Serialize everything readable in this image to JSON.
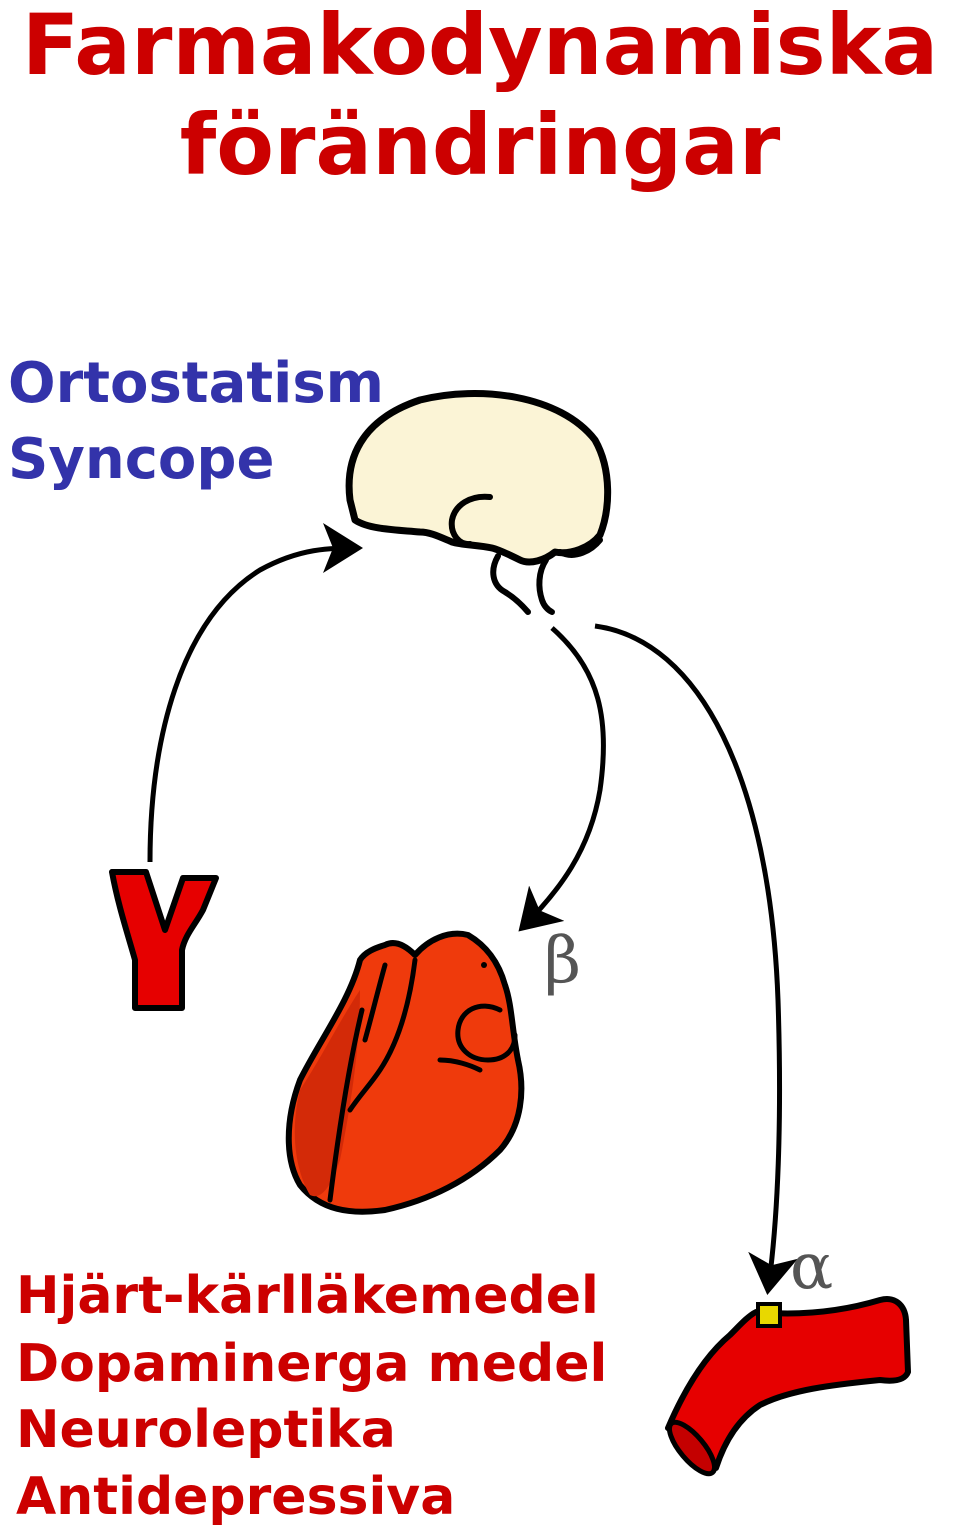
{
  "title": {
    "line1": "Farmakodynamiska",
    "line2": "förändringar"
  },
  "effects": {
    "line1": "Ortostatism",
    "line2": "Syncope"
  },
  "receptors": {
    "beta": "β",
    "alpha": "α"
  },
  "drugs": [
    "Hjärt-kärlläkemedel",
    "Dopaminerga medel",
    "Neuroleptika",
    "Antidepressiva"
  ],
  "colors": {
    "title": "#cc0000",
    "effects": "#3333aa",
    "drugs": "#cc0000",
    "brain": "#fbf4d6",
    "heart": "#ef3a0c",
    "vessel": "#e60000"
  },
  "icons": [
    "brain-icon",
    "heart-icon",
    "carotid-vessel-icon",
    "blood-vessel-icon"
  ]
}
